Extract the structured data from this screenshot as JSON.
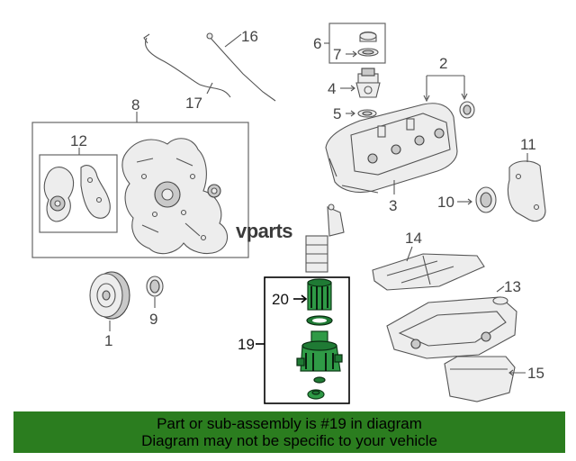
{
  "callouts": {
    "c1": "1",
    "c2": "2",
    "c3": "3",
    "c4": "4",
    "c5": "5",
    "c6": "6",
    "c7": "7",
    "c8": "8",
    "c9": "9",
    "c10": "10",
    "c11": "11",
    "c12": "12",
    "c13": "13",
    "c14": "14",
    "c15": "15",
    "c16": "16",
    "c17": "17",
    "c19": "19",
    "c20": "20"
  },
  "watermark": {
    "text": "vparts"
  },
  "banner": {
    "line1": "Part or sub-assembly is #19 in diagram",
    "line2": "Diagram may not be specific to your vehicle",
    "background": "#2b7d1f"
  },
  "highlight": {
    "part": "19",
    "color": "#2f9a46"
  }
}
